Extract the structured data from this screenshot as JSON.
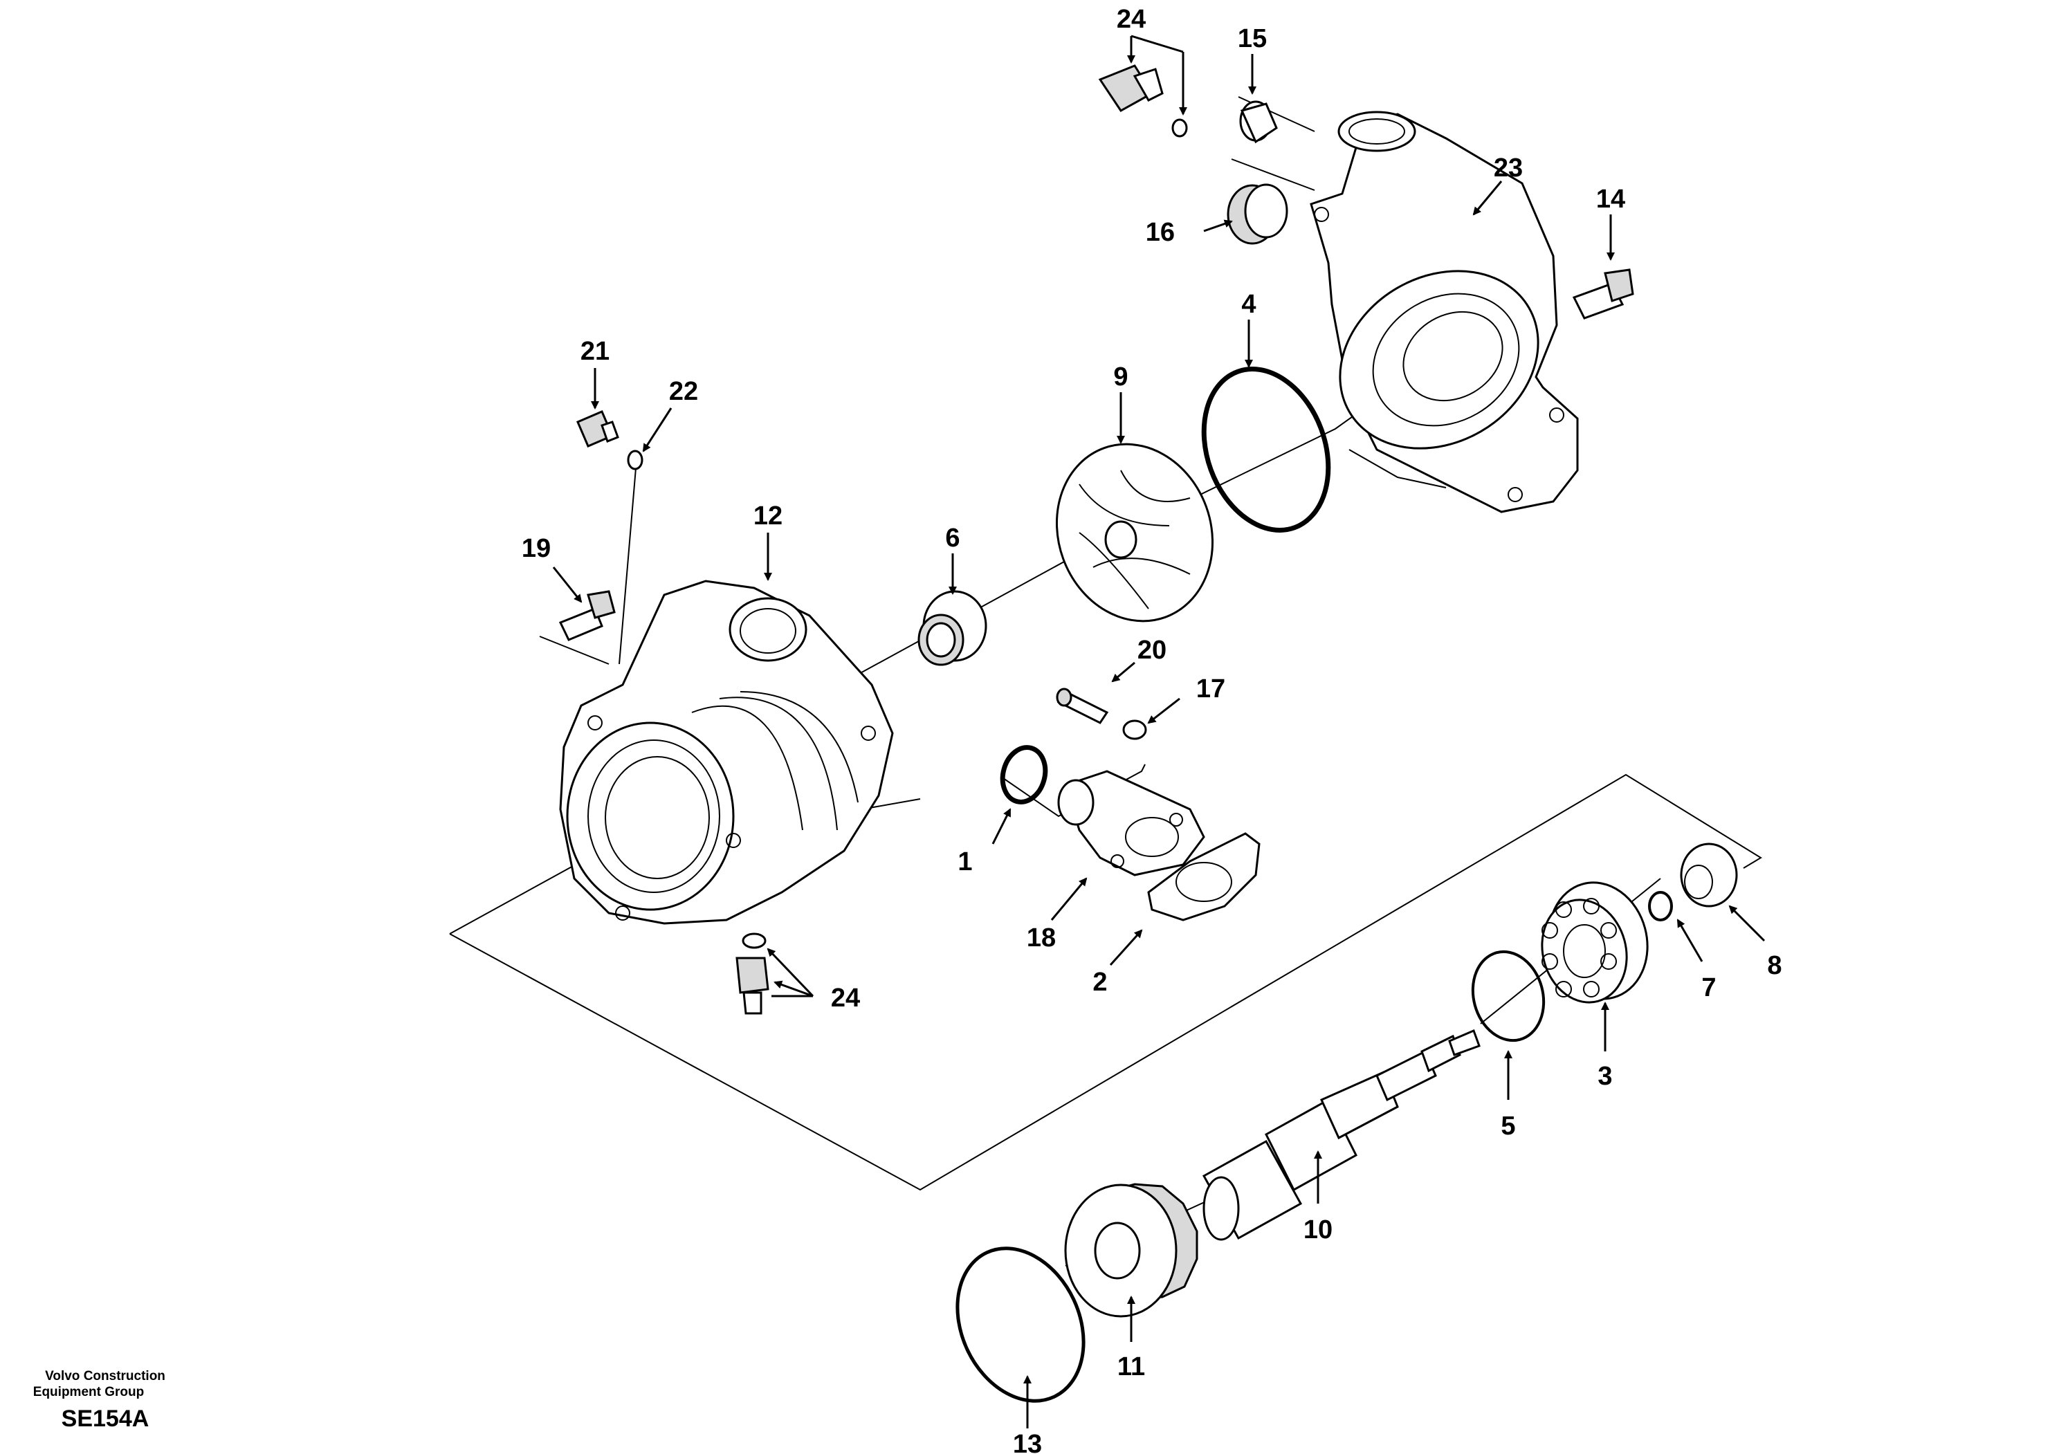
{
  "callouts": {
    "c24a": "24",
    "c15": "15",
    "c23": "23",
    "c14": "14",
    "c16": "16",
    "c4": "4",
    "c9": "9",
    "c21": "21",
    "c22": "22",
    "c12": "12",
    "c6": "6",
    "c19": "19",
    "c20": "20",
    "c17": "17",
    "c1": "1",
    "c18": "18",
    "c2": "2",
    "c24b": "24",
    "c8": "8",
    "c7": "7",
    "c3": "3",
    "c5": "5",
    "c10": "10",
    "c11": "11",
    "c13": "13"
  },
  "footer": {
    "company_line1": "Volvo Construction",
    "company_line2": "Equipment Group",
    "drawing_code": "SE154A"
  }
}
